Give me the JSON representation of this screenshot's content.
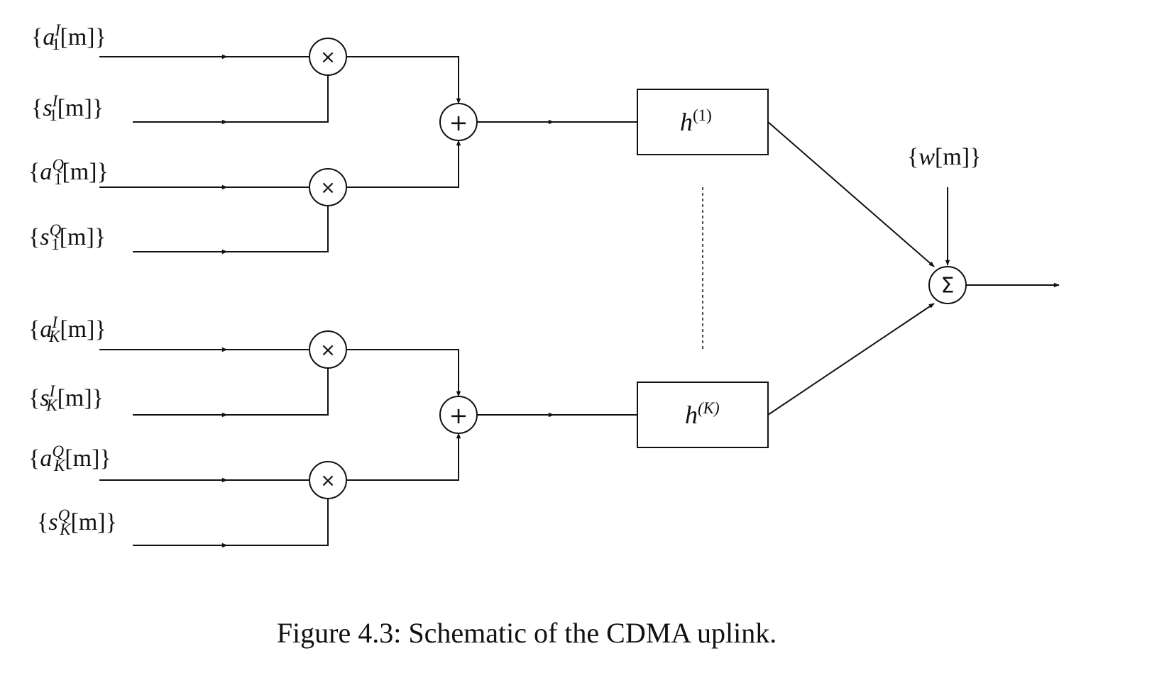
{
  "figure": {
    "caption": "Figure 4.3: Schematic of the CDMA uplink."
  },
  "inputs": [
    {
      "sym": "a",
      "sup": "I",
      "sub": "1",
      "idx": "[m]"
    },
    {
      "sym": "s",
      "sup": "I",
      "sub": "1",
      "idx": "[m]"
    },
    {
      "sym": "a",
      "sup": "Q",
      "sub": "1",
      "idx": "[m]"
    },
    {
      "sym": "s",
      "sup": "Q",
      "sub": "1",
      "idx": "[m]"
    },
    {
      "sym": "a",
      "sup": "I",
      "sub": "K",
      "idx": "[m]"
    },
    {
      "sym": "s",
      "sup": "I",
      "sub": "K",
      "idx": "[m]"
    },
    {
      "sym": "a",
      "sup": "Q",
      "sub": "K",
      "idx": "[m]"
    },
    {
      "sym": "s",
      "sup": "Q",
      "sub": "K",
      "idx": "[m]"
    }
  ],
  "operators": {
    "multiply": "×",
    "add": "+",
    "sum": "Σ"
  },
  "channels": [
    {
      "sym": "h",
      "sup": "(1)"
    },
    {
      "sym": "h",
      "sup": "(K)"
    }
  ],
  "noise": {
    "sym": "w",
    "idx": "[m]"
  }
}
